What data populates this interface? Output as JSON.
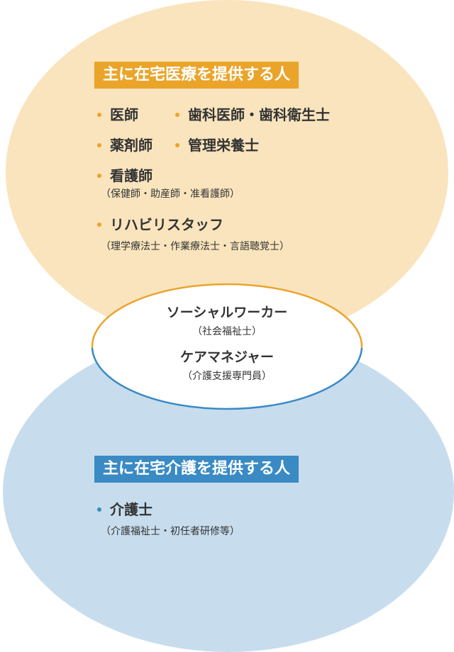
{
  "colors": {
    "medical_circle": "#f9e4bd",
    "care_circle": "#c7ddee",
    "medical_accent": "#eba42a",
    "care_accent": "#3a8ac4",
    "text": "#333333"
  },
  "medical": {
    "heading": "主に在宅医療を提供する人",
    "items": [
      {
        "label": "医師"
      },
      {
        "label": "歯科医師・歯科衛生士"
      },
      {
        "label": "薬剤師"
      },
      {
        "label": "管理栄養士"
      },
      {
        "label": "看護師",
        "sub": "（保健師・助産師・准看護師）"
      },
      {
        "label": "リハビリスタッフ",
        "sub": "（理学療法士・作業療法士・言語聴覚士）"
      }
    ]
  },
  "overlap": {
    "items": [
      {
        "label": "ソーシャルワーカー",
        "sub": "（社会福祉士）"
      },
      {
        "label": "ケアマネジャー",
        "sub": "（介護支援専門員）"
      }
    ]
  },
  "care": {
    "heading": "主に在宅介護を提供する人",
    "items": [
      {
        "label": "介護士",
        "sub": "（介護福祉士・初任者研修等）"
      }
    ]
  }
}
